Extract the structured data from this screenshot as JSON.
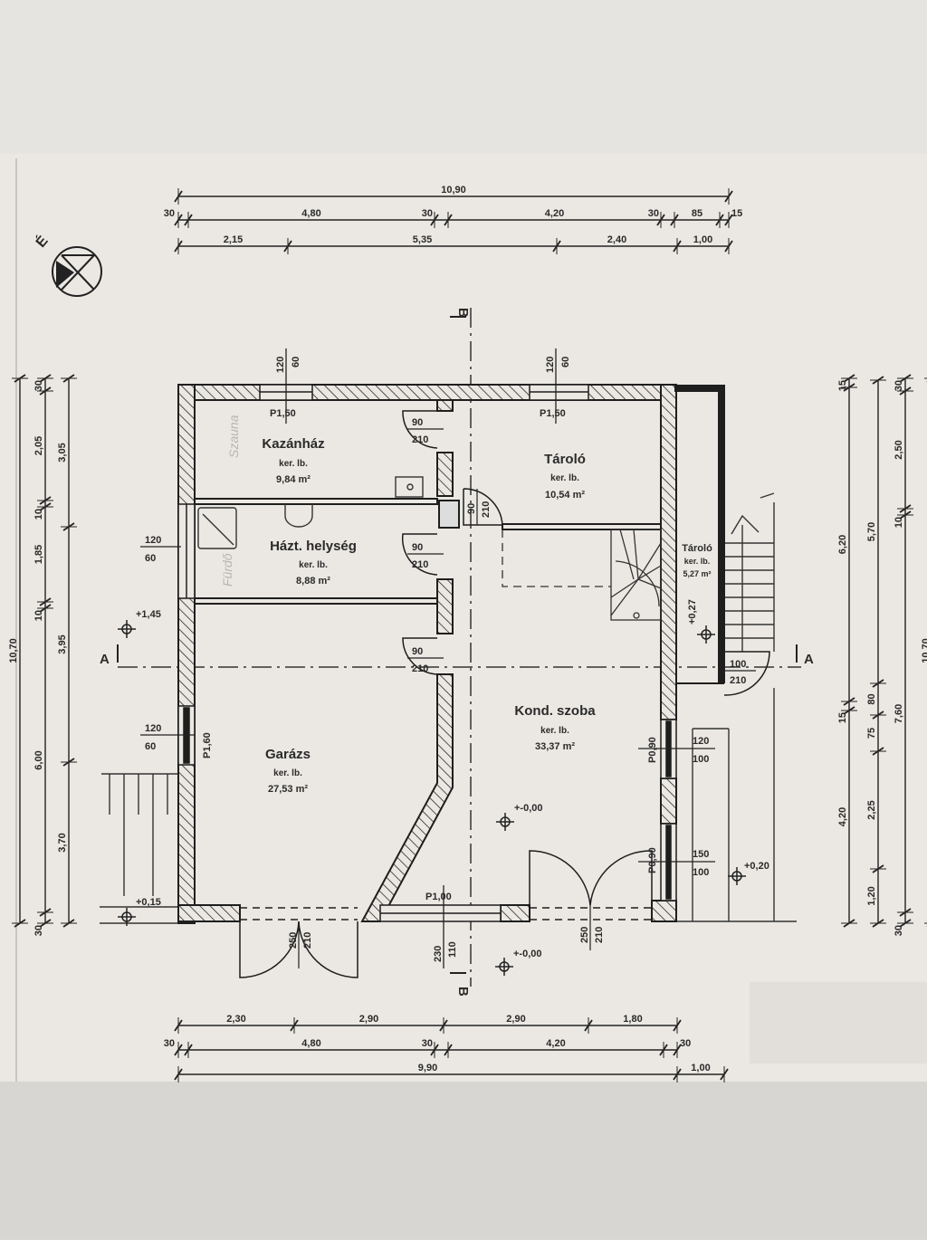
{
  "compass": {
    "label": "É"
  },
  "dimensions": {
    "top": {
      "overall": "10,90",
      "row2": [
        "30",
        "4,80",
        "30",
        "4,20",
        "30",
        "85",
        "15"
      ],
      "row3": [
        "2,15",
        "5,35",
        "2,40",
        "1,00"
      ]
    },
    "left": {
      "overall": "10,70",
      "inner": [
        "30",
        "2,05",
        "10",
        "1,85",
        "10",
        "6,00",
        "30"
      ],
      "outer": [
        "3,05",
        "3,95",
        "3,70"
      ]
    },
    "right": {
      "col1": [
        "15",
        "6,20",
        "15",
        "4,20"
      ],
      "col2": [
        "5,70",
        "80",
        "75",
        "2,25",
        "1,20"
      ],
      "col3": [
        "30",
        "2,50",
        "10",
        "7,60",
        "30"
      ],
      "overall": "10,70"
    },
    "bottom": {
      "row1": [
        "2,30",
        "2,90",
        "2,90",
        "1,80"
      ],
      "row2": [
        "30",
        "4,80",
        "30",
        "4,20",
        "30"
      ],
      "row3": [
        "9,90",
        "1,00"
      ]
    }
  },
  "rooms": [
    {
      "name": "Kazánház",
      "floor": "ker. lb.",
      "area": "9,84 m²"
    },
    {
      "name": "Tároló",
      "floor": "ker. lb.",
      "area": "10,54 m²"
    },
    {
      "name": "Házt. helység",
      "floor": "ker. lb.",
      "area": "8,88 m²"
    },
    {
      "name": "Tároló",
      "floor": "ker. lb.",
      "area": "5,27 m²"
    },
    {
      "name": "Garázs",
      "floor": "ker. lb.",
      "area": "27,53 m²"
    },
    {
      "name": "Kond. szoba",
      "floor": "ker. lb.",
      "area": "33,37 m²"
    }
  ],
  "windows": [
    {
      "sill": "P1,50",
      "w": "120",
      "h": "60"
    },
    {
      "sill": "P1,50",
      "w": "120",
      "h": "60"
    },
    {
      "w": "120",
      "h": "60"
    },
    {
      "sill": "P1,60",
      "w": "120",
      "h": "60"
    },
    {
      "sill": "P1,00",
      "w": "230",
      "h": "110"
    },
    {
      "sill": "P0,90",
      "w": "120",
      "h": "100"
    },
    {
      "sill": "P0,90",
      "w": "150",
      "h": "100"
    }
  ],
  "doors": [
    {
      "w": "90",
      "h": "210"
    },
    {
      "w": "90",
      "h": "210"
    },
    {
      "w": "90",
      "h": "210"
    },
    {
      "w": "90",
      "h": "210"
    },
    {
      "w": "100",
      "h": "210"
    },
    {
      "w": "250",
      "h": "210"
    },
    {
      "w": "250",
      "h": "210"
    }
  ],
  "levels": [
    "+1,45",
    "+0,15",
    "+-0,00",
    "+-0,00",
    "+0,20",
    "+0,27"
  ],
  "sections": {
    "a": "A",
    "b": "B"
  },
  "handwriting": [
    "Szauna",
    "Fürdő"
  ]
}
